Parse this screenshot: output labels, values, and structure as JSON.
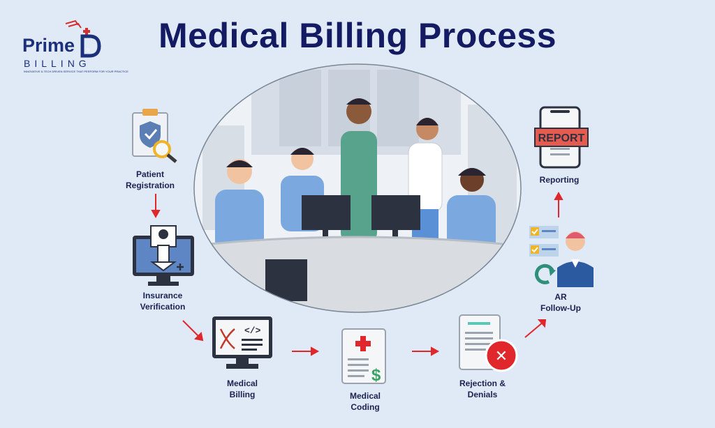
{
  "title": "Medical Billing Process",
  "logo": {
    "brand_prime": "Prime",
    "brand_d": "D",
    "brand_billing": "BILLING",
    "tagline": "INNOVATIVE & TECH DRIVEN SERVICE THAT PERFORM FOR YOUR PRACTICE"
  },
  "steps": [
    {
      "line1": "Patient",
      "line2": "Registration"
    },
    {
      "line1": "Insurance",
      "line2": "Verification"
    },
    {
      "line1": "Medical",
      "line2": "Billing"
    },
    {
      "line1": "Medical",
      "line2": "Coding"
    },
    {
      "line1": "Rejection &",
      "line2": "Denials"
    },
    {
      "line1": "AR",
      "line2": "Follow-Up"
    },
    {
      "line1": "Reporting",
      "line2": ""
    }
  ],
  "icons": {
    "report_sign": "REPORT",
    "code_glyph": "</>",
    "dollar_glyph": "$",
    "x_glyph": "✕"
  },
  "colors": {
    "title": "#151b63",
    "arrow": "#e0282c",
    "background": "#dfeaf6",
    "scrub": "#7aa8df"
  }
}
